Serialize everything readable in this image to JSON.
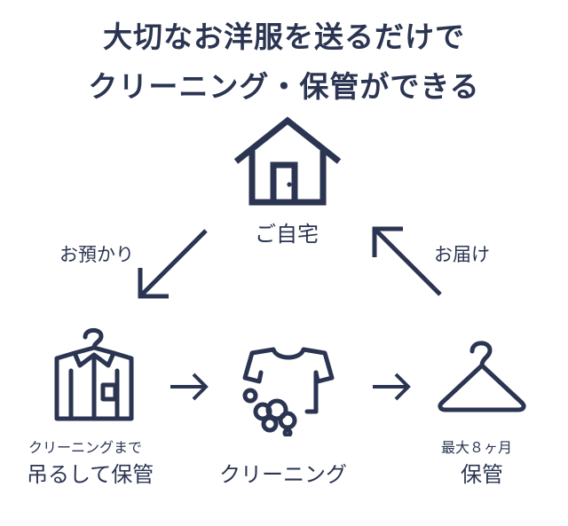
{
  "title": {
    "line1": "大切なお洋服を送るだけで",
    "line2": "クリーニング・保管ができる"
  },
  "nodes": {
    "home": "ご自宅",
    "hang_storage_small": "クリーニングまで",
    "hang_storage": "吊るして保管",
    "cleaning": "クリーニング",
    "storage_small": "最大８ヶ月",
    "storage": "保管"
  },
  "edges": {
    "pickup": "お預かり",
    "delivery": "お届け"
  },
  "colors": {
    "ink": "#2b3552",
    "background": "#ffffff"
  },
  "icons": [
    "house-icon",
    "shirt-on-hanger-icon",
    "tshirt-bubbles-icon",
    "hanger-icon",
    "arrow-icon"
  ]
}
